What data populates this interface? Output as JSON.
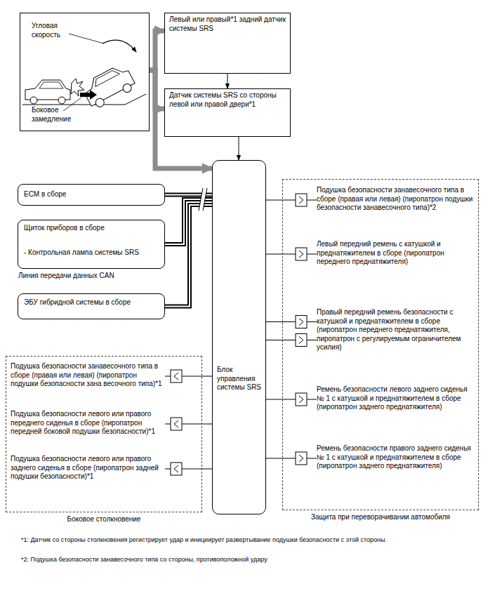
{
  "diagram": {
    "nodes": [
      {
        "text": [
          "Угловая скорость",
          "Боковое замедление"
        ]
      },
      {
        "text": [
          "Левый или правый*1 задний датчик системы SRS"
        ]
      },
      {
        "text": [
          "Датчик системы SRS со стороны левой или правой двери*1"
        ]
      },
      {
        "text": [
          "ЕСМ в сборе"
        ]
      },
      {
        "text": [
          "Щиток приборов в сборе",
          "- Контрольная лампа системы SRS"
        ]
      },
      {
        "text": [
          "ЭБУ гибридной системы в сборе"
        ]
      },
      {
        "text": [
          "Боковое столкновение"
        ]
      },
      {
        "text": [
          "Подушка безопасности занавесочного типа в сборе (правая или левая) (пиропатрон подушки безопасности зана весочного типа)*1"
        ],
        "in": 6
      },
      {
        "text": [
          "Подушка безопасности левого или правого переднего сиденья в сборе (пиропатрон передней боковой подушки безопасности)*1"
        ],
        "in": 6
      },
      {
        "text": [
          "Подушка безопасности левого или правого заднего сиденья в сборе (пиропатрон задней подушки безопасности)*1"
        ],
        "in": 6
      },
      {
        "text": [
          "Блок управления системы SRS"
        ]
      },
      {
        "text": [
          "Защита при переворачивании автомобиля"
        ]
      },
      {
        "text": [
          "Подушка безопасности занавесочного типа в сборе (правая или левая) (пиропатрон подушки безопасности занавесочного типа)*2"
        ],
        "in": 11
      },
      {
        "text": [
          "Левый передний ремень с катушкой и преднатяжителем в сборе (пиропатрон переднего преднатяжителя)"
        ],
        "in": 11
      },
      {
        "text": [
          "Правый передний ремень безопасности с катушкой и преднатяжителем в сборе (пиропатрон переднего преднатяжителя, пиропатрон с регулируемым ограничителем усилия)"
        ],
        "in": 11
      },
      {
        "text": [
          "Ремень безопасности левого заднего сиденья № 1 с катушкой и преднатяжителем в сборе (пиропатрон заднего преднатяжителя)"
        ],
        "in": 11
      },
      {
        "text": [
          "Ремень безопасности правого заднего сиденья № 1 с катушкой и преднатяжителем в сборе (пиропатрон заднего преднатяжителя)"
        ],
        "in": 11
      }
    ],
    "edges": [
      {
        "from": 0,
        "to": 1,
        "arrow": "to"
      },
      {
        "from": 0,
        "to": 2,
        "arrow": "to"
      },
      {
        "from": 0,
        "to": 10,
        "arrow": "to"
      },
      {
        "from": 1,
        "to": 2,
        "arrow": "to"
      },
      {
        "from": 2,
        "to": 10,
        "arrow": "to"
      },
      {
        "from": 3,
        "to": 10,
        "arrow": "none"
      },
      {
        "from": 4,
        "to": 10,
        "arrow": "none"
      },
      {
        "from": 5,
        "to": 10,
        "arrow": "none"
      },
      {
        "from": 10,
        "to": 7,
        "arrow": "none"
      },
      {
        "from": 10,
        "to": 8,
        "arrow": "none"
      },
      {
        "from": 10,
        "to": 9,
        "arrow": "none"
      },
      {
        "from": 10,
        "to": 12,
        "arrow": "none"
      },
      {
        "from": 10,
        "to": 13,
        "arrow": "none"
      },
      {
        "from": 10,
        "to": 14,
        "arrow": "none"
      },
      {
        "from": 10,
        "to": 14,
        "arrow": "none"
      },
      {
        "from": 10,
        "to": 15,
        "arrow": "none"
      },
      {
        "from": 10,
        "to": 16,
        "arrow": "none"
      }
    ],
    "labels": [
      "Линия передачи данных CAN",
      "*1: Датчик со стороны столкновения регистрирует удар и инициирует развертывание подушки безопасности с этой стороны.",
      "*2: Подушка безопасности занавесочного типа со стороны, противоположной удару"
    ]
  }
}
